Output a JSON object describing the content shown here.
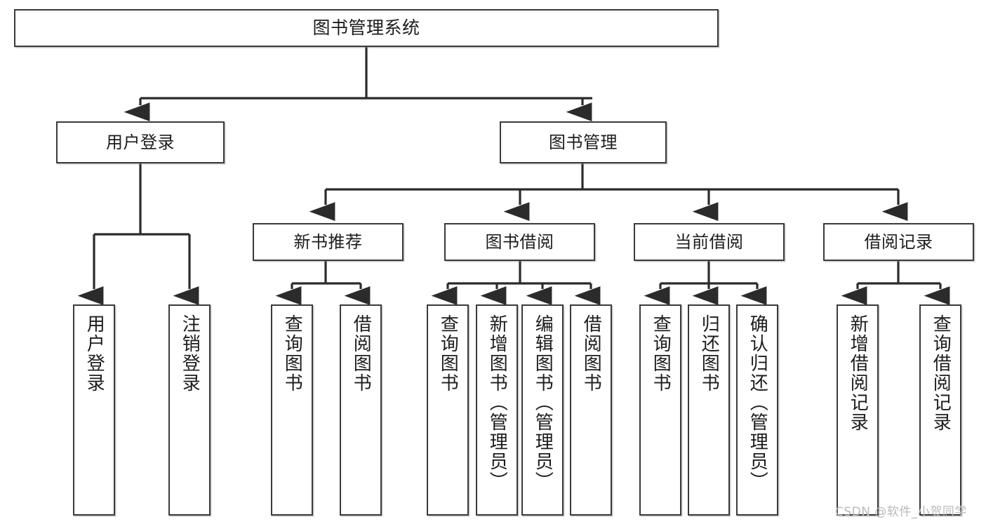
{
  "diagram": {
    "title": "图书管理系统",
    "type": "hierarchy-tree",
    "root": {
      "id": "root",
      "label": "图书管理系统"
    },
    "level1": [
      {
        "id": "user-login",
        "label": "用户登录"
      },
      {
        "id": "book-manage",
        "label": "图书管理"
      }
    ],
    "level2": [
      {
        "id": "new-book-rec",
        "label": "新书推荐",
        "parent": "book-manage"
      },
      {
        "id": "book-borrow",
        "label": "图书借阅",
        "parent": "book-manage"
      },
      {
        "id": "current-borrow",
        "label": "当前借阅",
        "parent": "book-manage"
      },
      {
        "id": "borrow-record",
        "label": "借阅记录",
        "parent": "book-manage"
      }
    ],
    "leaves": [
      {
        "id": "leaf-user-login",
        "label": "用户登录",
        "parent": "user-login"
      },
      {
        "id": "leaf-logout",
        "label": "注销登录",
        "parent": "user-login"
      },
      {
        "id": "leaf-query-book-1",
        "label": "查询图书",
        "parent": "new-book-rec"
      },
      {
        "id": "leaf-borrow-book-1",
        "label": "借阅图书",
        "parent": "new-book-rec"
      },
      {
        "id": "leaf-query-book-2",
        "label": "查询图书",
        "parent": "book-borrow"
      },
      {
        "id": "leaf-add-book",
        "label": "新增图书（管理员）",
        "parent": "book-borrow"
      },
      {
        "id": "leaf-edit-book",
        "label": "编辑图书（管理员）",
        "parent": "book-borrow"
      },
      {
        "id": "leaf-borrow-book-2",
        "label": "借阅图书",
        "parent": "book-borrow"
      },
      {
        "id": "leaf-query-book-3",
        "label": "查询图书",
        "parent": "current-borrow"
      },
      {
        "id": "leaf-return-book",
        "label": "归还图书",
        "parent": "current-borrow"
      },
      {
        "id": "leaf-confirm-return",
        "label": "确认归还（管理员）",
        "parent": "current-borrow"
      },
      {
        "id": "leaf-add-record",
        "label": "新增借阅记录",
        "parent": "borrow-record"
      },
      {
        "id": "leaf-query-record",
        "label": "查询借阅记录",
        "parent": "borrow-record"
      }
    ]
  },
  "watermark": {
    "text": "CSDN @软件_小贺同学"
  },
  "colors": {
    "box_border": "#3a3a3a",
    "box_fill": "#ffffff",
    "edge": "#2b2b2b",
    "text": "#1c1c1c",
    "watermark": "#b9b9b9",
    "background": "#ffffff"
  }
}
